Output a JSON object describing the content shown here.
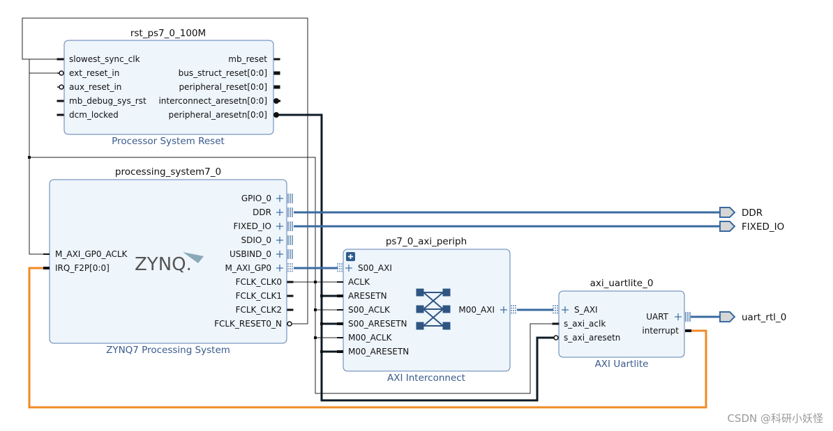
{
  "colors": {
    "block_fill": "#eef5fb",
    "block_stroke": "#5b7fb0",
    "bus": "#3a6aa0",
    "wire_black": "#111111",
    "wire_orange": "#f08a24",
    "subtitle": "#3a5a8c"
  },
  "blocks": {
    "rst": {
      "title": "rst_ps7_0_100M",
      "subtitle": "Processor System Reset",
      "left_ports": [
        "slowest_sync_clk",
        "ext_reset_in",
        "aux_reset_in",
        "mb_debug_sys_rst",
        "dcm_locked"
      ],
      "right_ports": [
        "mb_reset",
        "bus_struct_reset[0:0]",
        "peripheral_reset[0:0]",
        "interconnect_aresetn[0:0]",
        "peripheral_aresetn[0:0]"
      ]
    },
    "ps7": {
      "title": "processing_system7_0",
      "subtitle": "ZYNQ7 Processing System",
      "logo": "ZYNQ.",
      "left_ports": [
        "M_AXI_GP0_ACLK",
        "IRQ_F2P[0:0]"
      ],
      "right_ports": [
        "GPIO_0",
        "DDR",
        "FIXED_IO",
        "SDIO_0",
        "USBIND_0",
        "M_AXI_GP0",
        "FCLK_CLK0",
        "FCLK_CLK1",
        "FCLK_CLK2",
        "FCLK_RESET0_N"
      ]
    },
    "axi_periph": {
      "title": "ps7_0_axi_periph",
      "subtitle": "AXI Interconnect",
      "left_ports": [
        "S00_AXI",
        "ACLK",
        "ARESETN",
        "S00_ACLK",
        "S00_ARESETN",
        "M00_ACLK",
        "M00_ARESETN"
      ],
      "right_ports": [
        "M00_AXI"
      ]
    },
    "uart": {
      "title": "axi_uartlite_0",
      "subtitle": "AXI Uartlite",
      "left_ports": [
        "S_AXI",
        "s_axi_aclk",
        "s_axi_aresetn"
      ],
      "right_ports": [
        "UART",
        "interrupt"
      ]
    }
  },
  "external_ports": [
    "DDR",
    "FIXED_IO",
    "uart_rtl_0"
  ],
  "watermark": "CSDN @科研小妖怪"
}
